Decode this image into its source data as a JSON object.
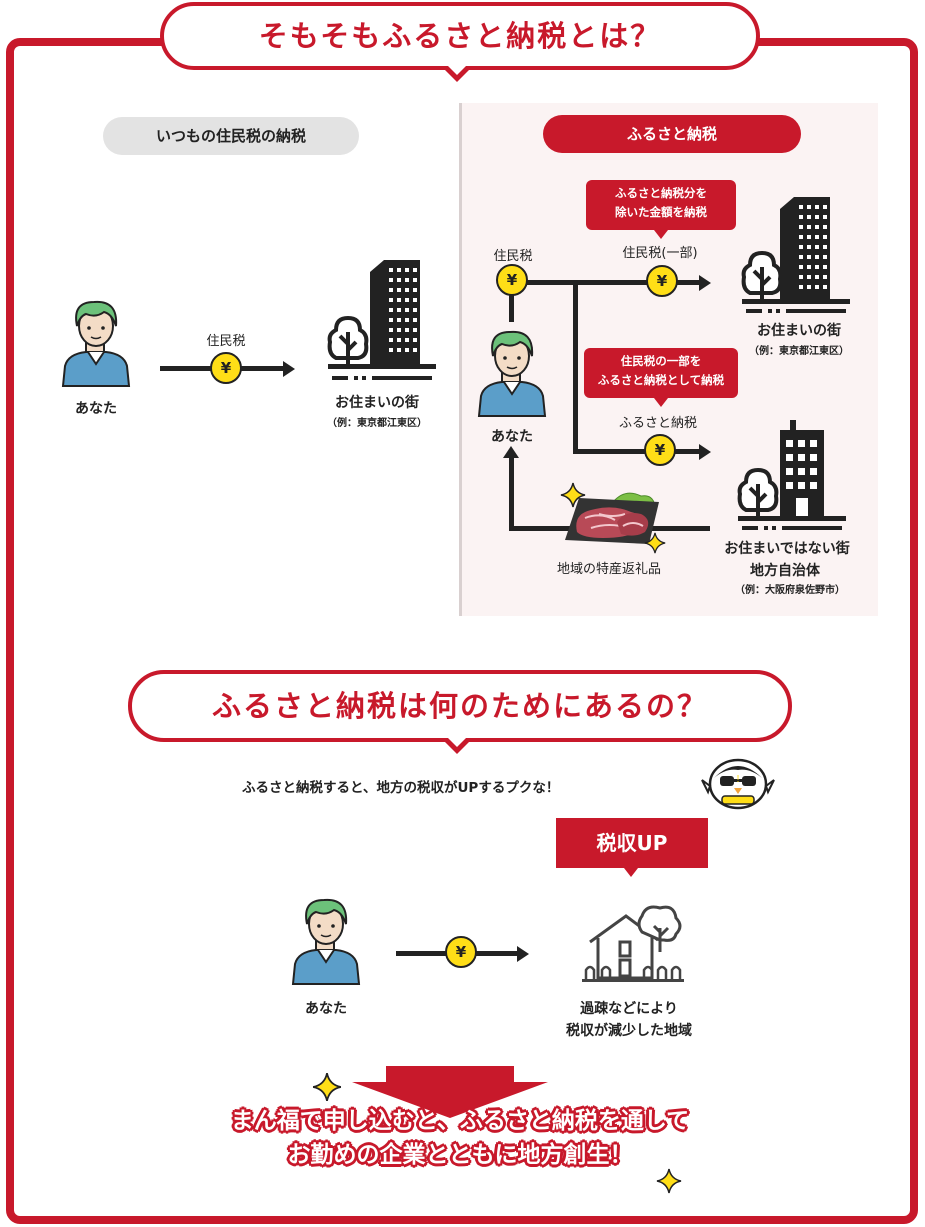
{
  "section1": {
    "title": "そもそもふるさと納税とは？",
    "left": {
      "pill": "いつもの住民税の納税",
      "you_label": "あなた",
      "arrow_label": "住民税",
      "yen": "¥",
      "city_label": "お住まいの街",
      "city_example": "（例：東京都江東区）"
    },
    "right": {
      "pill": "ふるさと納税",
      "callout_top": [
        "ふるさと納税分を",
        "除いた金額を納税"
      ],
      "callout_mid": [
        "住民税の一部を",
        "ふるさと納税として納税"
      ],
      "tax_label": "住民税",
      "tax_part_label": "住民税(一部)",
      "furusato_label": "ふるさと納税",
      "yen": "¥",
      "you_label": "あなた",
      "city_label": "お住まいの街",
      "city_example": "（例：東京都江東区）",
      "other_city_label": "お住まいではない街",
      "local_gov_label": "地方自治体",
      "other_city_example": "（例：大阪府泉佐野市）",
      "gift_label": "地域の特産返礼品"
    }
  },
  "section2": {
    "title": "ふるさと納税は何のためにあるの？",
    "subtitle": "ふるさと納税すると、地方の税収がUPするプクな！",
    "badge": "税収UP",
    "you_label": "あなた",
    "yen": "¥",
    "region_label": [
      "過疎などにより",
      "税収が減少した地域"
    ],
    "final_message": [
      "まん福で申し込むと、ふるさと納税を通して",
      "お勤めの企業とともに地方創生！"
    ]
  },
  "colors": {
    "accent": "#c8192b",
    "coin": "#ffde17",
    "panel": "#fbf3f3",
    "hair": "#6cc17a",
    "shirt": "#5b9ec9"
  }
}
